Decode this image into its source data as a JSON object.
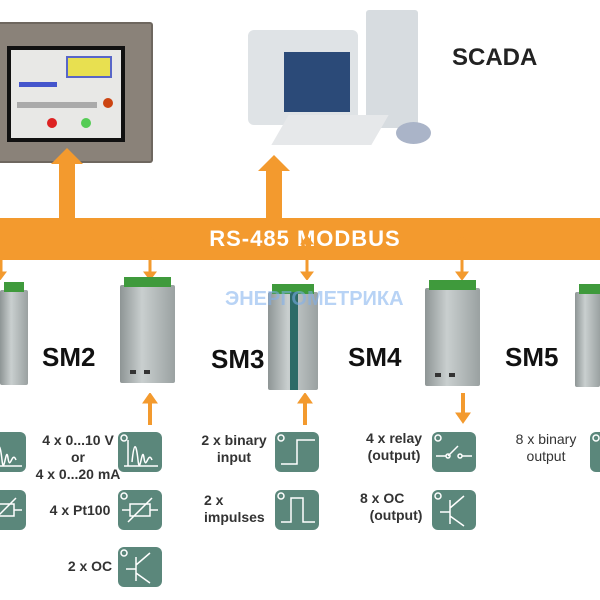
{
  "bus": {
    "label": "RS-485 MODBUS"
  },
  "scada": {
    "label": "SCADA"
  },
  "watermark": "ЭНЕРГОМЕТРИКА",
  "modules": [
    {
      "name": "SM2",
      "io": [
        "4 x 0...10 V",
        "or",
        "4 x 0...20 mA",
        "4 x Pt100",
        "2 x OC"
      ]
    },
    {
      "name": "SM3",
      "io": [
        "2 x binary",
        "input",
        "2 x",
        "impulses"
      ]
    },
    {
      "name": "SM4",
      "io": [
        "4 x relay",
        "(output)",
        "8 x OC",
        "(output)"
      ]
    },
    {
      "name": "SM5",
      "io": [
        "8 x binary",
        "output"
      ]
    }
  ],
  "colors": {
    "bus": "#f39a2e",
    "icon_box": "#5b877b"
  }
}
